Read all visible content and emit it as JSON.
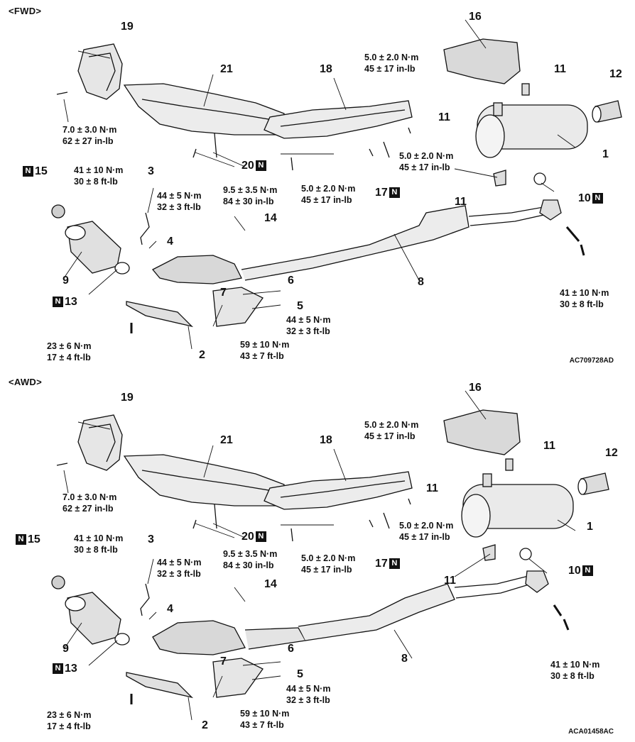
{
  "fwd": {
    "header": "<FWD>",
    "code": "AC709728AD",
    "parts": {
      "p1": "1",
      "p2": "2",
      "p3": "3",
      "p4": "4",
      "p5": "5",
      "p6": "6",
      "p7": "7",
      "p8": "8",
      "p9": "9",
      "p10": "10",
      "p11a": "11",
      "p11b": "11",
      "p11c": "11",
      "p12": "12",
      "p13": "13",
      "p14": "14",
      "p15": "15",
      "p16": "16",
      "p17": "17",
      "p18": "18",
      "p19": "19",
      "p20": "20",
      "p21": "21"
    },
    "n_mark": "N",
    "torque": {
      "t19": [
        "7.0 ± 3.0 N·m",
        "62 ± 27 in-lb"
      ],
      "t16": [
        "5.0 ± 2.0 N·m",
        "45 ± 17 in-lb"
      ],
      "t3": [
        "41 ± 10 N·m",
        "30 ± 8 ft-lb"
      ],
      "t4": [
        "44 ± 5 N·m",
        "32 ± 3 ft-lb"
      ],
      "t14": [
        "9.5 ± 3.5 N·m",
        "84 ± 30 in-lb"
      ],
      "t18a": [
        "5.0 ± 2.0 N·m",
        "45 ± 17 in-lb"
      ],
      "t18b": [
        "5.0 ± 2.0 N·m",
        "45 ± 17 in-lb"
      ],
      "t10": [
        "41 ± 10 N·m",
        "30 ± 8 ft-lb"
      ],
      "t5": [
        "44 ± 5 N·m",
        "32 ± 3 ft-lb"
      ],
      "t7": [
        "59 ± 10 N·m",
        "43 ± 7 ft-lb"
      ],
      "t2": [
        "23 ± 6 N·m",
        "17 ± 4 ft-lb"
      ]
    }
  },
  "awd": {
    "header": "<AWD>",
    "code": "ACA01458AC",
    "parts": {
      "p1": "1",
      "p2": "2",
      "p3": "3",
      "p4": "4",
      "p5": "5",
      "p6": "6",
      "p7": "7",
      "p8": "8",
      "p9": "9",
      "p10": "10",
      "p11a": "11",
      "p11b": "11",
      "p11c": "11",
      "p12": "12",
      "p13": "13",
      "p14": "14",
      "p15": "15",
      "p16": "16",
      "p17": "17",
      "p18": "18",
      "p19": "19",
      "p20": "20",
      "p21": "21"
    },
    "n_mark": "N",
    "torque": {
      "t19": [
        "7.0 ± 3.0 N·m",
        "62 ± 27 in-lb"
      ],
      "t16": [
        "5.0 ± 2.0 N·m",
        "45 ± 17 in-lb"
      ],
      "t3": [
        "41 ± 10 N·m",
        "30 ± 8 ft-lb"
      ],
      "t4": [
        "44 ± 5 N·m",
        "32 ± 3 ft-lb"
      ],
      "t14": [
        "9.5 ± 3.5 N·m",
        "84 ± 30 in-lb"
      ],
      "t18a": [
        "5.0 ± 2.0 N·m",
        "45 ± 17 in-lb"
      ],
      "t18b": [
        "5.0 ± 2.0 N·m",
        "45 ± 17 in-lb"
      ],
      "t10": [
        "41 ± 10 N·m",
        "30 ± 8 ft-lb"
      ],
      "t5": [
        "44 ± 5 N·m",
        "32 ± 3 ft-lb"
      ],
      "t7": [
        "59 ± 10 N·m",
        "43 ± 7 ft-lb"
      ],
      "t2": [
        "23 ± 6 N·m",
        "17 ± 4 ft-lb"
      ]
    }
  }
}
